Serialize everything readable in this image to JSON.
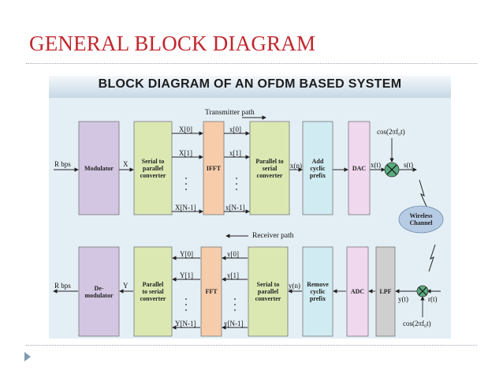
{
  "slide": {
    "title": "GENERAL BLOCK DIAGRAM"
  },
  "diagram": {
    "title": "BLOCK DIAGRAM OF AN OFDM BASED SYSTEM",
    "transmitter_path_label": "Transmitter path",
    "receiver_path_label": "Receiver path",
    "tx_blocks": {
      "modulator": "Modulator",
      "serial_to_parallel": "Serial to\nparallel\nconverter",
      "ifft": "IFFT",
      "parallel_to_serial": "Parallel to\nserial\nconverter",
      "add_prefix": "Add\ncyclic\nprefix",
      "dac": "DAC"
    },
    "rx_blocks": {
      "demodulator": "De-\nmodulator",
      "parallel_to_serial": "Parallel\nto serial\nconverter",
      "fft": "FFT",
      "serial_to_parallel": "Serial to\nparallel\nconverter",
      "remove_prefix": "Remove\ncyclic\nprefix",
      "adc": "ADC",
      "lpf": "LPF"
    },
    "wireless_channel": "Wireless\nChannel",
    "signals": {
      "tx_in": "R bps",
      "tx_X": "X",
      "X0": "X[0]",
      "X1": "X[1]",
      "XN1": "X[N-1]",
      "x0": "x[0]",
      "x1": "x[1]",
      "xN1": "x[N-1]",
      "xn": "x(n)",
      "xt": "x(t)",
      "st": "s(t)",
      "tx_carrier": "cos(2πf₀t)",
      "rx_out": "R bps",
      "rx_Y": "Y",
      "Y0": "Y[0]",
      "Y1": "Y[1]",
      "YN1": "Y[N-1]",
      "y0": "y[0]",
      "y1": "y[1]",
      "yN1": "y[N-1]",
      "yn": "y(n)",
      "yt": "y(t)",
      "rt": "r(t)",
      "rx_carrier": "cos(2πf₀t)"
    },
    "colors": {
      "background": "#e4eff5",
      "modulator": "#d3c6e3",
      "converter": "#dbe8b2",
      "fft": "#f6ccab",
      "prefix": "#d0ebf1",
      "dac": "#f0d8ef",
      "lpf": "#cfcfcf",
      "mixer": "#5aab7e",
      "cloud": "#b6cbe4",
      "title_accent": "#c1272d"
    }
  }
}
